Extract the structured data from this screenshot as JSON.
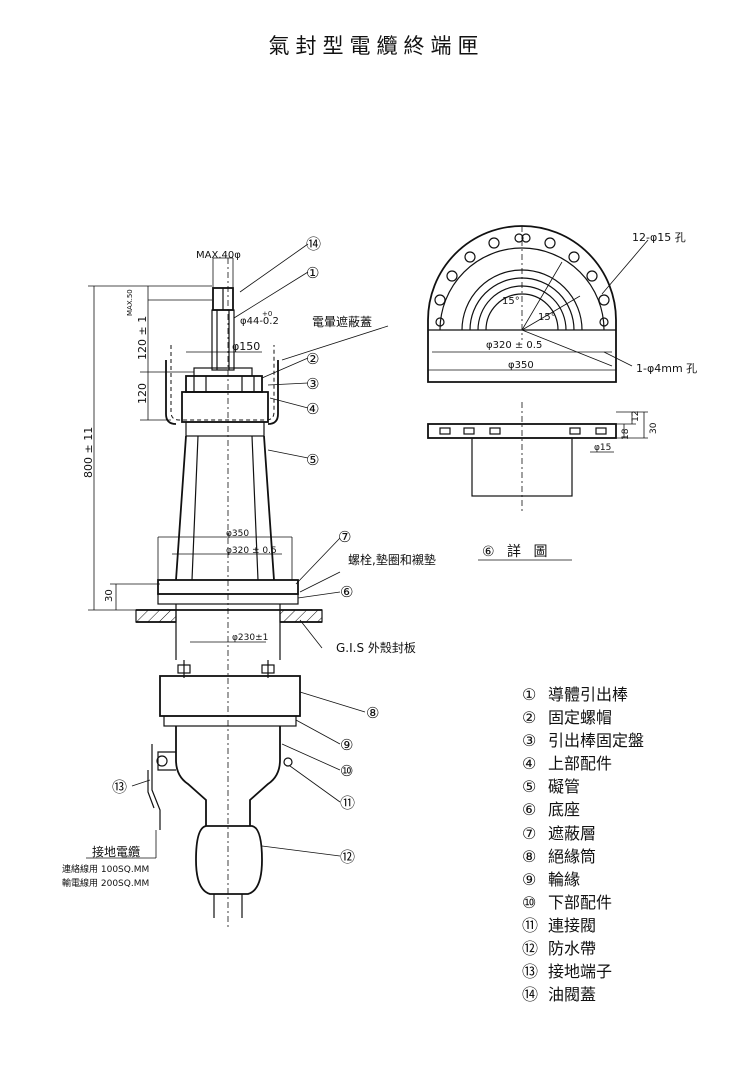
{
  "title": "氣封型電纜終端匣",
  "labels": {
    "max40": "MAX.40φ",
    "max50": "MAX.50",
    "d44": "φ44-0.2",
    "d44_tol": "+0",
    "d150": "φ150",
    "dim120a": "120 ± 1",
    "dim120b": "120",
    "dim800": "800 ± 11",
    "dim30": "30",
    "shield_cover": "電暈遮蔽蓋",
    "d350_main": "φ350",
    "d320_main": "φ320 ± 0.5",
    "bolt_gasket": "螺栓,墊圈和襯墊",
    "detail6": "⑥ 詳 圖",
    "gis_plate": "G.I.S 外殼封板",
    "d230": "φ230±1",
    "holes12": "12-φ15 孔",
    "hole4": "1-φ4mm 孔",
    "d320_detail": "φ320 ± 0.5",
    "d350_detail": "φ350",
    "angle15a": "15°",
    "angle15b": "15°",
    "dim12": "12",
    "dim18": "18",
    "dim30b": "30",
    "d15": "φ15",
    "ground_title": "接地電纜",
    "ground_line1": "連絡線用 100SQ.MM",
    "ground_line2": "輸電線用 200SQ.MM"
  },
  "callouts": [
    "⑭",
    "①",
    "②",
    "③",
    "④",
    "⑤",
    "⑦",
    "⑥",
    "⑧",
    "⑨",
    "⑩",
    "⑪",
    "⑫",
    "⑬"
  ],
  "legend": [
    {
      "num": "①",
      "label": "導體引出棒"
    },
    {
      "num": "②",
      "label": "固定螺帽"
    },
    {
      "num": "③",
      "label": "引出棒固定盤"
    },
    {
      "num": "④",
      "label": "上部配件"
    },
    {
      "num": "⑤",
      "label": "礙管"
    },
    {
      "num": "⑥",
      "label": "底座"
    },
    {
      "num": "⑦",
      "label": "遮蔽層"
    },
    {
      "num": "⑧",
      "label": "絕緣筒"
    },
    {
      "num": "⑨",
      "label": "輪緣"
    },
    {
      "num": "⑩",
      "label": "下部配件"
    },
    {
      "num": "⑪",
      "label": "連接閥"
    },
    {
      "num": "⑫",
      "label": "防水帶"
    },
    {
      "num": "⑬",
      "label": "接地端子"
    },
    {
      "num": "⑭",
      "label": "油閥蓋"
    }
  ]
}
